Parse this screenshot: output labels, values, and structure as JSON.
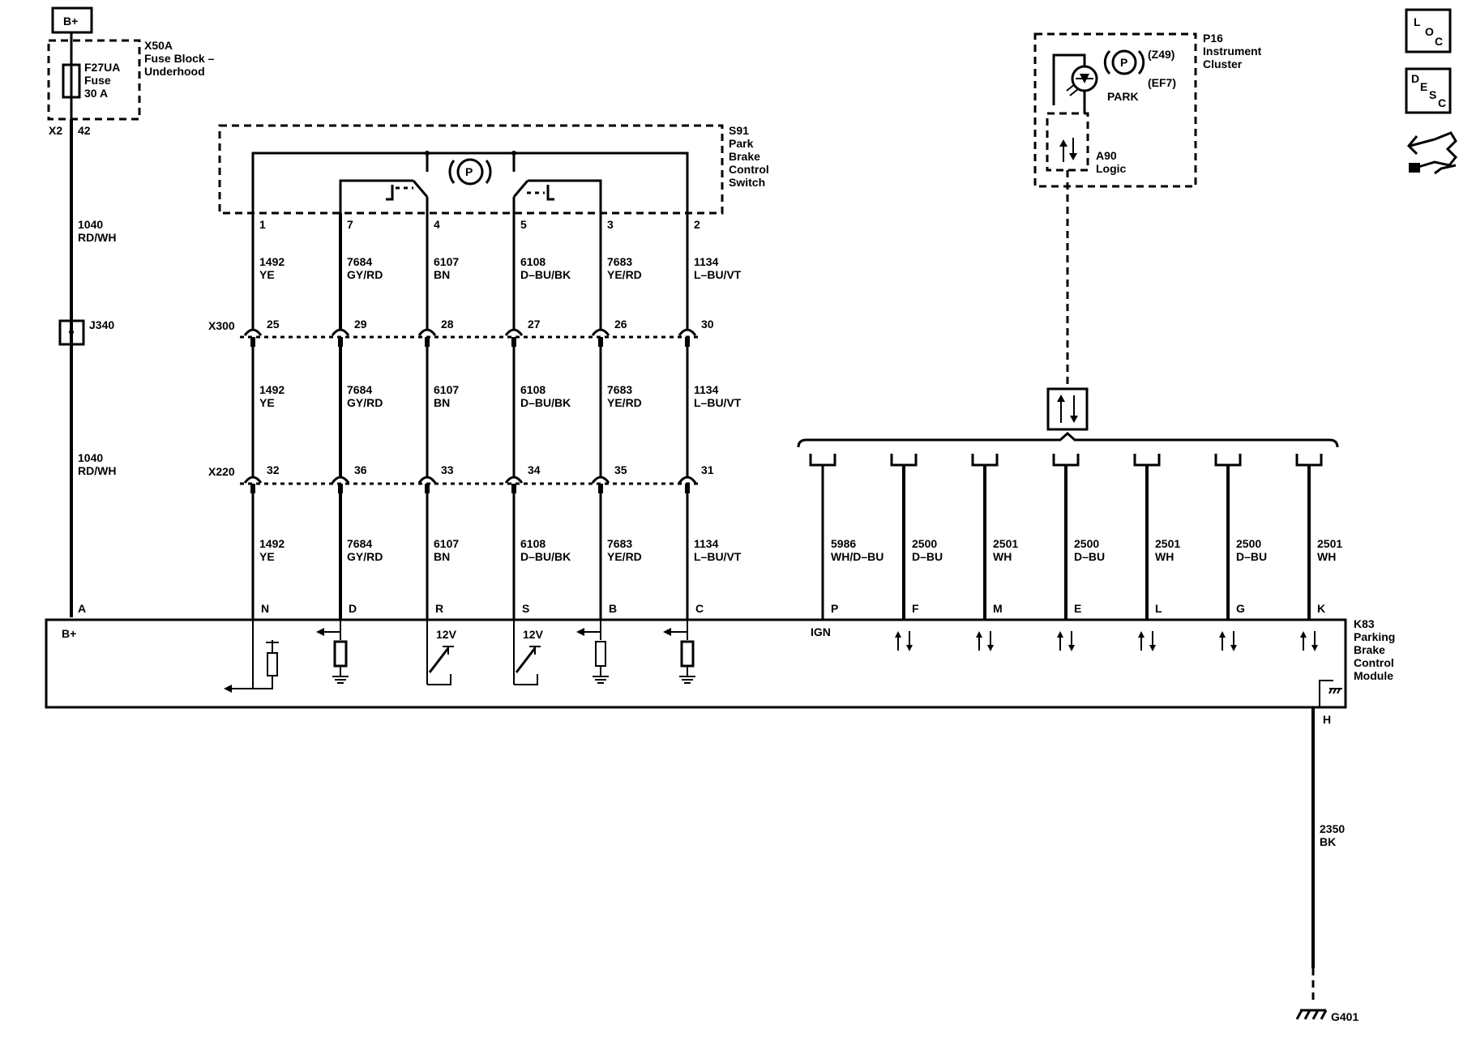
{
  "bplus_box": "B+",
  "fuse_block": {
    "id": "X50A",
    "name_l1": "Fuse Block –",
    "name_l2": "Underhood",
    "fuse_id": "F27UA",
    "fuse_word": "Fuse",
    "fuse_rating": "30 A",
    "conn": "X2",
    "pin": "42"
  },
  "feed_wire": {
    "circuit": "1040",
    "color": "RD/WH"
  },
  "splice": "J340",
  "switch": {
    "id": "S91",
    "l1": "Park",
    "l2": "Brake",
    "l3": "Control",
    "l4": "Switch",
    "symbol": "P"
  },
  "cluster": {
    "id": "P16",
    "l1": "Instrument",
    "l2": "Cluster",
    "opt1": "(Z49)",
    "opt2": "(EF7)",
    "park": "PARK",
    "logic_id": "A90",
    "logic": "Logic",
    "symbol": "P"
  },
  "conn_x300": "X300",
  "conn_x220": "X220",
  "switch_wires": [
    {
      "sw_pin": "1",
      "circuit": "1492",
      "color": "YE",
      "x300": "25",
      "x220": "32",
      "mod_pin": "N"
    },
    {
      "sw_pin": "7",
      "circuit": "7684",
      "color": "GY/RD",
      "x300": "29",
      "x220": "36",
      "mod_pin": "D"
    },
    {
      "sw_pin": "4",
      "circuit": "6107",
      "color": "BN",
      "x300": "28",
      "x220": "33",
      "mod_pin": "R"
    },
    {
      "sw_pin": "5",
      "circuit": "6108",
      "color": "D–BU/BK",
      "x300": "27",
      "x220": "34",
      "mod_pin": "S"
    },
    {
      "sw_pin": "3",
      "circuit": "7683",
      "color": "YE/RD",
      "x300": "26",
      "x220": "35",
      "mod_pin": "B"
    },
    {
      "sw_pin": "2",
      "circuit": "1134",
      "color": "L–BU/VT",
      "x300": "30",
      "x220": "31",
      "mod_pin": "C"
    }
  ],
  "bus_wires": [
    {
      "circuit": "5986",
      "color": "WH/D–BU",
      "mod_pin": "P"
    },
    {
      "circuit": "2500",
      "color": "D–BU",
      "mod_pin": "F"
    },
    {
      "circuit": "2501",
      "color": "WH",
      "mod_pin": "M"
    },
    {
      "circuit": "2500",
      "color": "D–BU",
      "mod_pin": "E"
    },
    {
      "circuit": "2501",
      "color": "WH",
      "mod_pin": "L"
    },
    {
      "circuit": "2500",
      "color": "D–BU",
      "mod_pin": "G"
    },
    {
      "circuit": "2501",
      "color": "WH",
      "mod_pin": "K"
    }
  ],
  "module": {
    "id": "K83",
    "l1": "Parking",
    "l2": "Brake",
    "l3": "Control",
    "l4": "Module",
    "bplus": "B+",
    "pin_a": "A",
    "ign": "IGN",
    "v12a": "12V",
    "v12b": "12V",
    "ground_pin": "H"
  },
  "ground_wire": {
    "circuit": "2350",
    "color": "BK",
    "ground": "G401"
  },
  "side_icons": {
    "loc": [
      "L",
      "O",
      "C"
    ],
    "desc": [
      "D",
      "E",
      "S",
      "C"
    ],
    "connector": "connector-icon"
  }
}
